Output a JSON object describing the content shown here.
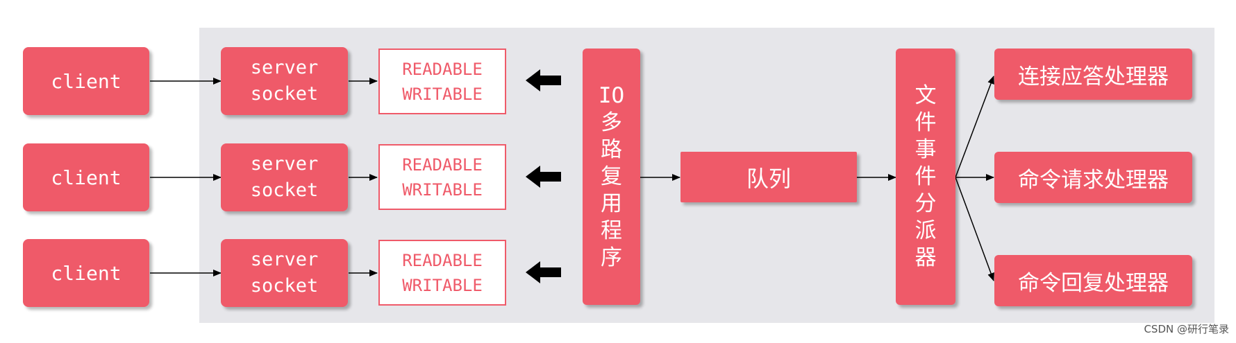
{
  "clients": [
    {
      "label": "client"
    },
    {
      "label": "client"
    },
    {
      "label": "client"
    }
  ],
  "server_sockets": [
    {
      "line1": "server",
      "line2": "socket"
    },
    {
      "line1": "server",
      "line2": "socket"
    },
    {
      "line1": "server",
      "line2": "socket"
    }
  ],
  "events": [
    {
      "line1": "READABLE",
      "line2": "WRITABLE"
    },
    {
      "line1": "READABLE",
      "line2": "WRITABLE"
    },
    {
      "line1": "READABLE",
      "line2": "WRITABLE"
    }
  ],
  "multiplexer": {
    "chars": [
      "IO",
      "多",
      "路",
      "复",
      "用",
      "程",
      "序"
    ]
  },
  "queue": {
    "label": "队列"
  },
  "dispatcher": {
    "chars": [
      "文",
      "件",
      "事",
      "件",
      "分",
      "派",
      "器"
    ]
  },
  "handlers": [
    {
      "label": "连接应答处理器"
    },
    {
      "label": "命令请求处理器"
    },
    {
      "label": "命令回复处理器"
    }
  ],
  "credit": "CSDN @研行笔录",
  "colors": {
    "accent": "#ef5a69",
    "panel": "#e6e6ea"
  }
}
